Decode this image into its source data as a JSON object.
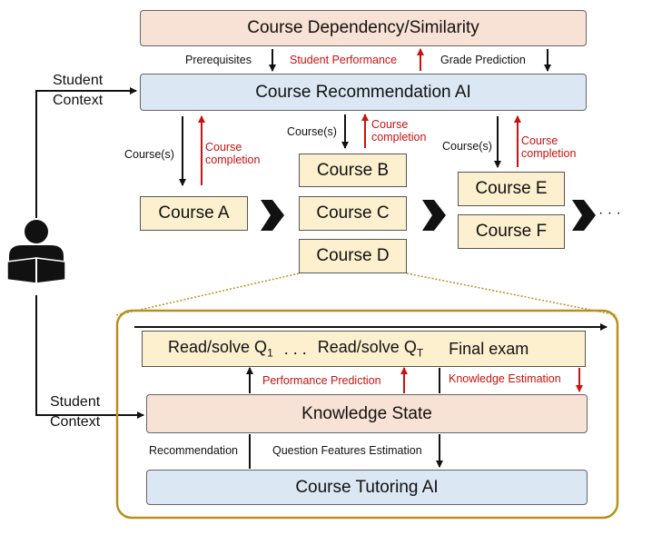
{
  "top": {
    "dependency_box": "Course Dependency/Similarity",
    "prerequisites": "Prerequisites",
    "student_performance": "Student Performance",
    "grade_prediction": "Grade Prediction",
    "recommendation_ai": "Course Recommendation AI"
  },
  "student_context_label": [
    "Student",
    "Context"
  ],
  "courses": {
    "courses_label": "Course(s)",
    "completion_label": [
      "Course",
      "completion"
    ],
    "a": "Course A",
    "b": "Course B",
    "c": "Course C",
    "d": "Course D",
    "e": "Course E",
    "f": "Course F",
    "ellipsis": "· · ·"
  },
  "bottom": {
    "timeline": {
      "read1": "Read/solve Q",
      "sub1": "1",
      "dots": ". . .",
      "read2": "Read/solve Q",
      "sub2": "T",
      "final": "Final exam"
    },
    "performance_prediction": "Performance Prediction",
    "knowledge_estimation": "Knowledge Estimation",
    "knowledge_state": "Knowledge State",
    "recommendation": "Recommendation",
    "question_features": "Question Features Estimation",
    "tutoring_ai": "Course Tutoring AI"
  },
  "colors": {
    "peach": "#f8e1d5",
    "blue": "#dce7f4",
    "yellow": "#fdf0cf",
    "red": "#cc1111",
    "gold": "#b8901e"
  },
  "icons": [
    "student-reading-icon"
  ]
}
